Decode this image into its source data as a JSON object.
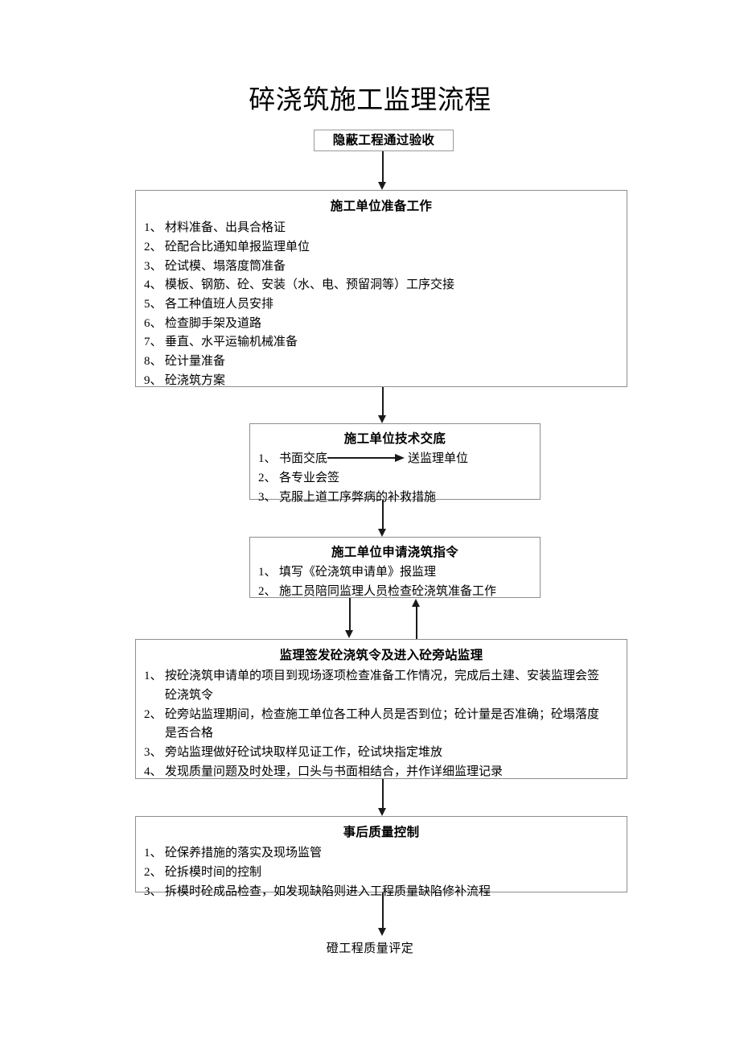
{
  "page": {
    "title": "碎浇筑施工监理流程",
    "background_color": "#ffffff",
    "line_color": "#1a1a1a",
    "box_border_color": "#8e8e8e"
  },
  "nodes": {
    "start": {
      "title": "隐蔽工程通过验收"
    },
    "preparation": {
      "title": "施工单位准备工作",
      "items": [
        {
          "num": "1、",
          "text": "材料准备、出具合格证"
        },
        {
          "num": "2、",
          "text": "砼配合比通知单报监理单位"
        },
        {
          "num": "3、",
          "text": "砼试模、塌落度筒准备"
        },
        {
          "num": "4、",
          "text": "模板、钢筋、砼、安装（水、电、预留洞等）工序交接"
        },
        {
          "num": "5、",
          "text": "各工种值班人员安排"
        },
        {
          "num": "6、",
          "text": "检查脚手架及道路"
        },
        {
          "num": "7、",
          "text": "垂直、水平运输机械准备"
        },
        {
          "num": "8、",
          "text": "砼计量准备"
        },
        {
          "num": "9、",
          "text": "砼浇筑方案"
        }
      ]
    },
    "technical_disclosure": {
      "title": "施工单位技术交底",
      "items": [
        {
          "num": "1、",
          "text": "书面交底",
          "arrow_to": "送监理单位"
        },
        {
          "num": "2、",
          "text": "各专业会签"
        },
        {
          "num": "3、",
          "text": "克服上道工序弊病的补救措施"
        }
      ]
    },
    "apply_order": {
      "title": "施工单位申请浇筑指令",
      "items": [
        {
          "num": "1、",
          "text": "填写《砼浇筑申请单》报监理"
        },
        {
          "num": "2、",
          "text": "施工员陪同监理人员检查砼浇筑准备工作"
        }
      ]
    },
    "supervisor_issue": {
      "title": "监理签发砼浇筑令及进入砼旁站监理",
      "items": [
        {
          "num": "1、",
          "text": "按砼浇筑申请单的项目到现场逐项检查准备工作情况，完成后土建、安装监理会签砼浇筑令"
        },
        {
          "num": "2、",
          "text": "砼旁站监理期间，检查施工单位各工种人员是否到位；砼计量是否准确；砼塌落度是否合格"
        },
        {
          "num": "3、",
          "text": "旁站监理做好砼试块取样见证工作，砼试块指定堆放"
        },
        {
          "num": "4、",
          "text": "发现质量问题及时处理，口头与书面相结合，并作详细监理记录"
        }
      ]
    },
    "post_control": {
      "title": "事后质量控制",
      "items": [
        {
          "num": "1、",
          "text": "砼保养措施的落实及现场监管"
        },
        {
          "num": "2、",
          "text": "砼拆模时间的控制"
        },
        {
          "num": "3、",
          "text": "拆模时砼成品检查，如发现缺陷则进入工程质量缺陷修补流程"
        }
      ]
    },
    "end": {
      "text": "磴工程质量评定"
    }
  },
  "connectors": [
    {
      "name": "start-to-preparation",
      "kind": "arrow-down"
    },
    {
      "name": "preparation-to-technical-disclosure",
      "kind": "arrow-down"
    },
    {
      "name": "technical-disclosure-to-apply-order",
      "kind": "arrow-down"
    },
    {
      "name": "apply-order-to-supervisor-issue",
      "kind": "arrow-down"
    },
    {
      "name": "supervisor-issue-to-apply-order",
      "kind": "arrow-up"
    },
    {
      "name": "supervisor-issue-to-post-control",
      "kind": "arrow-down"
    },
    {
      "name": "post-control-to-end",
      "kind": "arrow-down"
    }
  ]
}
